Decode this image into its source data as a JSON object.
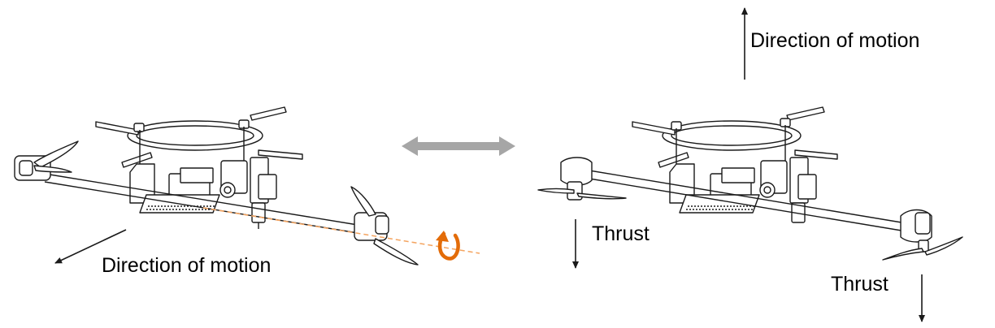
{
  "labels": {
    "left_motion": "Direction of motion",
    "right_motion": "Direction of motion",
    "thrust_left": "Thrust",
    "thrust_right": "Thrust"
  },
  "colors": {
    "line": "#1a1a1a",
    "transition_arrow": "#a6a6a6",
    "rotation_indicator": "#e36c09",
    "rotation_axis": "#f4a460"
  },
  "icons": {
    "transition": "double-headed-arrow",
    "rotation": "curved-rotation-arrow"
  }
}
